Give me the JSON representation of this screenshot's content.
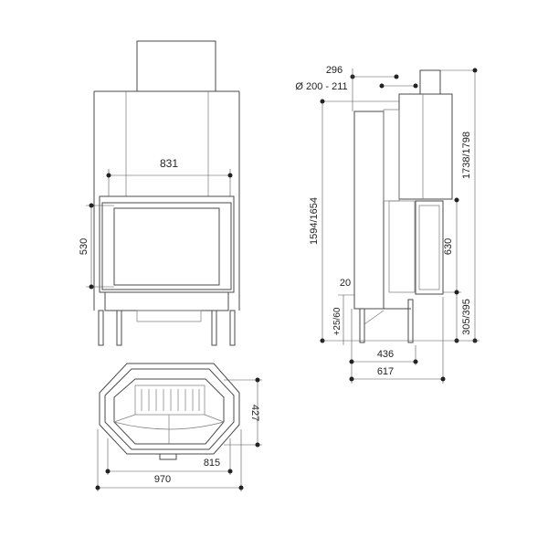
{
  "front_view": {
    "width_label": "831",
    "glass_height_label": "530"
  },
  "side_view": {
    "flue_offset_label": "296",
    "flue_diameter_label": "Ø 200 - 211",
    "height_to_flue_label": "1594/1654",
    "total_height_label": "1738/1798",
    "door_height_label": "630",
    "base_height_label": "305/395",
    "gap_label": "20",
    "leg_adjust_label": "+25/60",
    "depth_inner_label": "436",
    "depth_total_label": "617"
  },
  "plan_view": {
    "depth_label": "427",
    "inner_width_label": "815",
    "total_width_label": "970"
  },
  "colors": {
    "line": "#4a4a4a",
    "background": "#ffffff"
  }
}
